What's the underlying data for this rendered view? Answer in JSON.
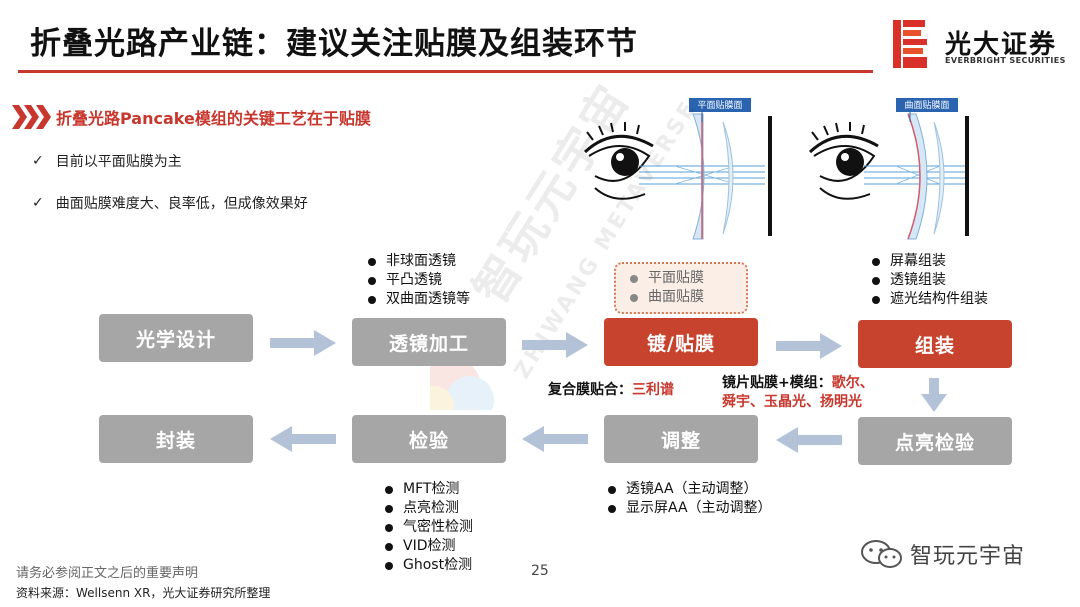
{
  "header": {
    "title": "折叠光路产业链：建议关注贴膜及组装环节",
    "logo_cn": "光大证券",
    "logo_en": "EVERBRIGHT SECURITIES"
  },
  "subheading": "折叠光路Pancake模组的关键工艺在于贴膜",
  "checks": [
    "目前以平面贴膜为主",
    "曲面贴膜难度大、良率低，但成像效果好"
  ],
  "diagrams": {
    "flat_label": "平面贴膜面",
    "curved_label": "曲面贴膜面"
  },
  "watermark": {
    "cn": "智玩元宇宙",
    "en": "ZHIWANG METAVERSE"
  },
  "flow": {
    "optical_design": "光学设计",
    "lens_processing": "透镜加工",
    "coating": "镀/贴膜",
    "assembly": "组装",
    "packaging": "封装",
    "inspection": "检验",
    "adjustment": "调整",
    "light_test": "点亮检验"
  },
  "lens_bullets": [
    "非球面透镜",
    "平凸透镜",
    "双曲面透镜等"
  ],
  "film_bullets": [
    "平面贴膜",
    "曲面贴膜"
  ],
  "assembly_bullets": [
    "屏幕组装",
    "透镜组装",
    "遮光结构件组装"
  ],
  "inspection_bullets": [
    "MFT检测",
    "点亮检测",
    "气密性检测",
    "VID检测",
    "Ghost检测"
  ],
  "adjust_bullets": [
    "透镜AA（主动调整）",
    "显示屏AA（主动调整）"
  ],
  "notes": {
    "composite_label": "复合膜贴合：",
    "composite_value": "三利谱",
    "module_label": "镜片贴膜+模组：",
    "module_value_1": "歌尔、",
    "module_value_2": "舜宇、玉晶光、扬明光"
  },
  "footer": {
    "disclaimer": "请务必参阅正文之后的重要声明",
    "source": "资料来源：Wellsenn XR，光大证券研究所整理",
    "page": "25"
  },
  "wechat_name": "智玩元宇宙",
  "colors": {
    "accent": "#c8372d",
    "box_gray": "#a6a6a6",
    "box_red": "#c8432d"
  }
}
